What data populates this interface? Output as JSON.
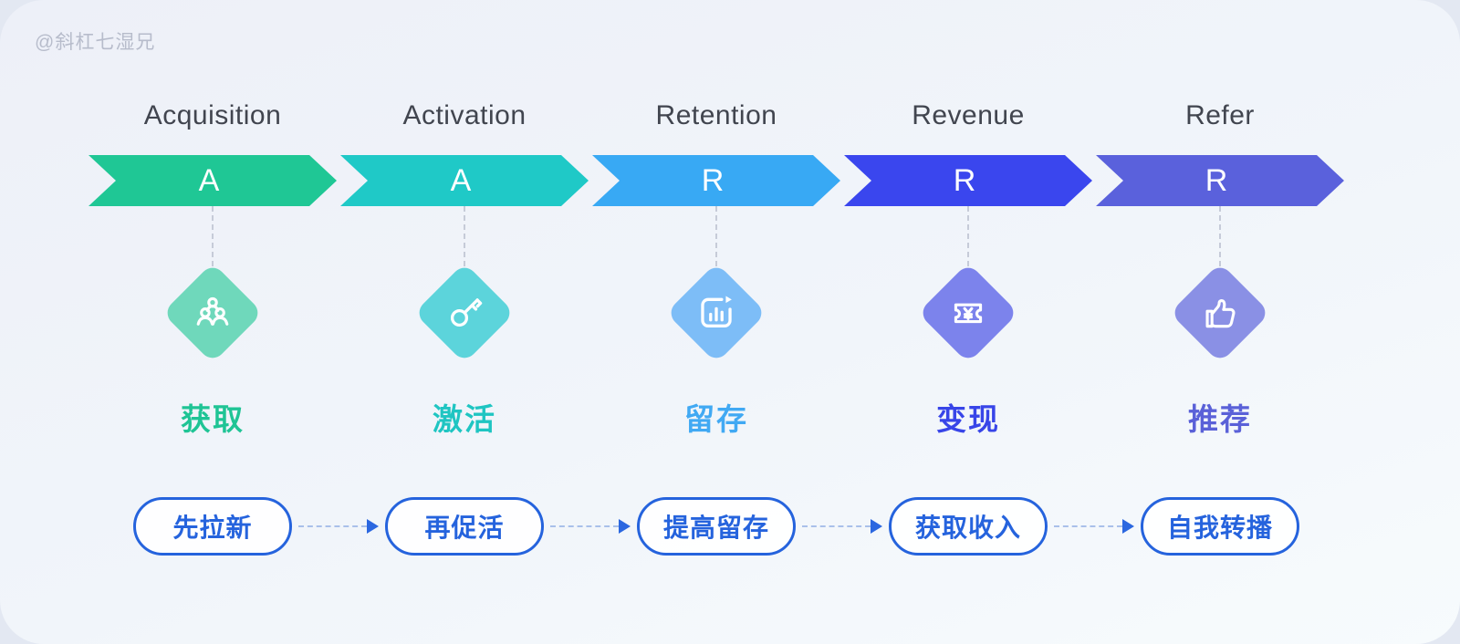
{
  "watermark": "@斜杠七湿兄",
  "columns": [
    {
      "title": "Acquisition",
      "letter": "A",
      "zh": "获取",
      "icon": "team-icon",
      "chevron_color": "#1FC795",
      "diamond_color": "#6FD8BB",
      "label_color": "#1FC495"
    },
    {
      "title": "Activation",
      "letter": "A",
      "zh": "激活",
      "icon": "key-icon",
      "chevron_color": "#1FC9C7",
      "diamond_color": "#5CD4DB",
      "label_color": "#1FC5C2"
    },
    {
      "title": "Retention",
      "letter": "R",
      "zh": "留存",
      "icon": "chart-refresh-icon",
      "chevron_color": "#38A9F4",
      "diamond_color": "#7DBDF7",
      "label_color": "#41A9F3"
    },
    {
      "title": "Revenue",
      "letter": "R",
      "zh": "变现",
      "icon": "ticket-yuan-icon",
      "chevron_color": "#3A46EE",
      "diamond_color": "#7C83EC",
      "label_color": "#3845E8"
    },
    {
      "title": "Refer",
      "letter": "R",
      "zh": "推荐",
      "icon": "thumbs-up-icon",
      "chevron_color": "#5A61DC",
      "diamond_color": "#8A90E5",
      "label_color": "#5A61D8"
    }
  ],
  "steps": [
    {
      "label": "先拉新"
    },
    {
      "label": "再促活"
    },
    {
      "label": "提高留存"
    },
    {
      "label": "获取收入"
    },
    {
      "label": "自我转播"
    }
  ],
  "colors": {
    "background": "#E3E8F2",
    "card_gradient_start": "#EDF0F8",
    "card_gradient_end": "#F7FBFD",
    "title_text": "#41454F",
    "watermark_text": "#B7BCCB",
    "connector_dash": "#C6CBD8",
    "pill_border": "#2563DD",
    "pill_text": "#2563DD",
    "arrow_dash": "#A9C0EA",
    "arrow_head": "#2B67E0"
  }
}
